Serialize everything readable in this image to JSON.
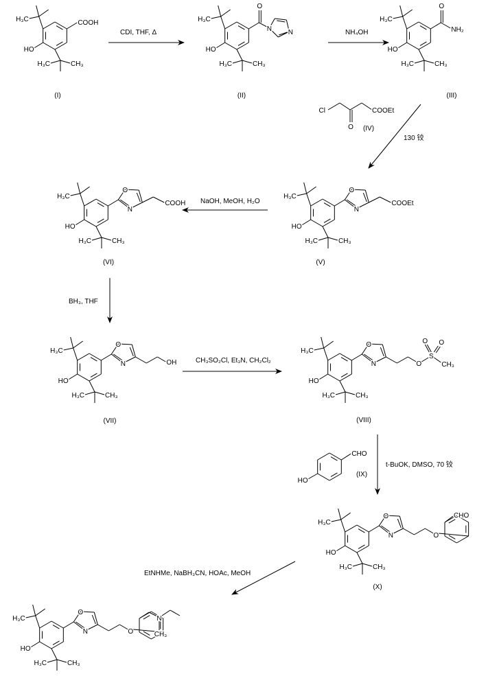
{
  "atoms": {
    "cooh": "COOH",
    "ho": "HO",
    "h3c": "H₃C",
    "ch3": "CH₃",
    "o": "O",
    "n": "N",
    "nh2": "NH₂",
    "cl": "Cl",
    "cooet": "COOEt",
    "oh": "OH",
    "s": "S",
    "cho": "CHO"
  },
  "compounds": {
    "I": "(I)",
    "II": "(II)",
    "III": "(III)",
    "IV": "(IV)",
    "V": "(V)",
    "VI": "(VI)",
    "VII": "(VII)",
    "VIII": "(VIII)",
    "IX": "(IX)",
    "X": "(X)"
  },
  "reagents": {
    "step1": "CDI, THF, Δ",
    "step2": "NH₄OH",
    "step3": "130 铰",
    "step4": "NaOH, MeOH, H₂O",
    "step5": "BH₃, THF",
    "step6": "CH₃SO₂Cl, Et₃N, CH₂Cl₂",
    "step7": "t-BuOK, DMSO, 70 铰",
    "step8": "EtNHMe, NaBH₃CN, HOAc, MeOH"
  }
}
